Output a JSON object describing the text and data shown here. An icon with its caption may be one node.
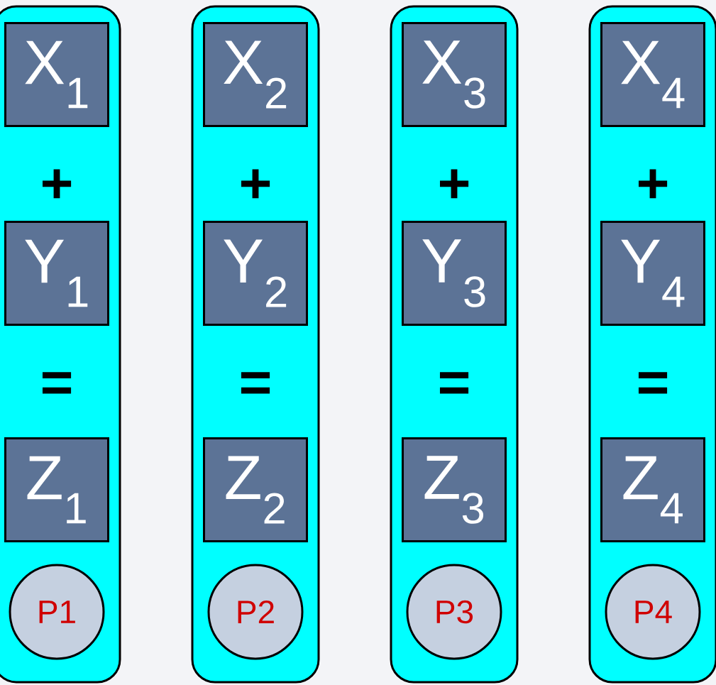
{
  "diagram": {
    "nodes": [
      {
        "text": [
          "+",
          "="
        ]
      },
      {
        "text": [
          "X$_{1}$"
        ],
        "in": 0
      },
      {
        "text": [
          "Y$_{1}$"
        ],
        "in": 0
      },
      {
        "text": [
          "Z$_{1}$"
        ],
        "in": 0
      },
      {
        "text": [
          "P1"
        ],
        "in": 0
      },
      {
        "text": [
          "+",
          "="
        ]
      },
      {
        "text": [
          "X$_{2}$"
        ],
        "in": 5
      },
      {
        "text": [
          "Y$_{2}$"
        ],
        "in": 5
      },
      {
        "text": [
          "Z$_{2}$"
        ],
        "in": 5
      },
      {
        "text": [
          "P2"
        ],
        "in": 5
      },
      {
        "text": [
          "+",
          "="
        ]
      },
      {
        "text": [
          "X$_{3}$"
        ],
        "in": 10
      },
      {
        "text": [
          "Y$_{3}$"
        ],
        "in": 10
      },
      {
        "text": [
          "Z$_{3}$"
        ],
        "in": 10
      },
      {
        "text": [
          "P3"
        ],
        "in": 10
      },
      {
        "text": [
          "+",
          "="
        ]
      },
      {
        "text": [
          "X$_{4}$"
        ],
        "in": 15
      },
      {
        "text": [
          "Y$_{4}$"
        ],
        "in": 15
      },
      {
        "text": [
          "Z$_{4}$"
        ],
        "in": 15
      },
      {
        "text": [
          "P4"
        ],
        "in": 15
      }
    ]
  }
}
